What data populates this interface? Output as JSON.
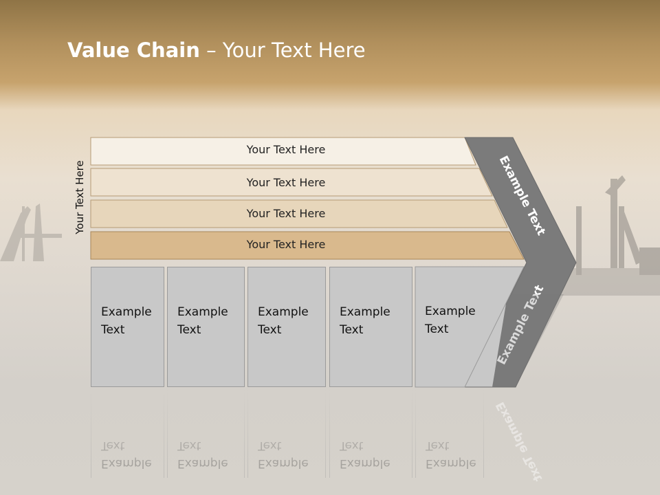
{
  "slide": {
    "title_bold": "Value Chain",
    "title_rest": " – Your Text Here",
    "side_label": "Your Text Here"
  },
  "bars": [
    {
      "label": "Your Text Here",
      "fill": "#f6f0e6"
    },
    {
      "label": "Your Text Here",
      "fill": "#eee2d0"
    },
    {
      "label": "Your Text Here",
      "fill": "#e7d6bb"
    },
    {
      "label": "Your Text Here",
      "fill": "#d9b98d"
    }
  ],
  "boxes": [
    {
      "line1": "Example",
      "line2": "Text"
    },
    {
      "line1": "Example",
      "line2": "Text"
    },
    {
      "line1": "Example",
      "line2": "Text"
    },
    {
      "line1": "Example",
      "line2": "Text"
    },
    {
      "line1": "Example",
      "line2": "Text"
    }
  ],
  "chevron": {
    "upper_label": "Example Text",
    "lower_label": "Example Text",
    "fill": "#7b7b7b"
  }
}
